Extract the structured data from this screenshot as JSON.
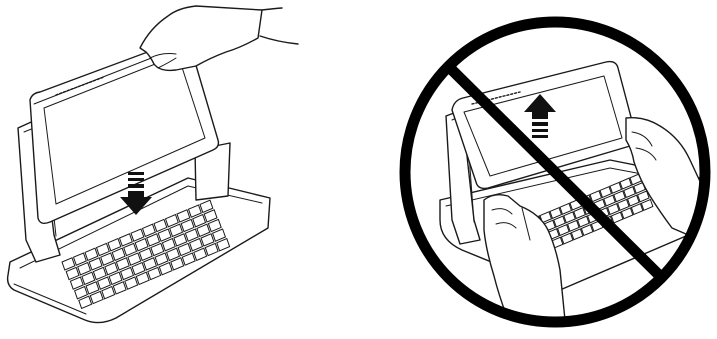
{
  "figure": {
    "panels": [
      {
        "id": "correct",
        "symbol": "down-arrow",
        "meaning_icon": "tablet-lower-into-dock"
      },
      {
        "id": "incorrect",
        "symbol": "up-arrow",
        "meaning_icon": "prohibited-circle-slash"
      }
    ],
    "colors": {
      "line": "#1a1a1a",
      "background": "#ffffff",
      "prohibit": "#000000"
    }
  }
}
